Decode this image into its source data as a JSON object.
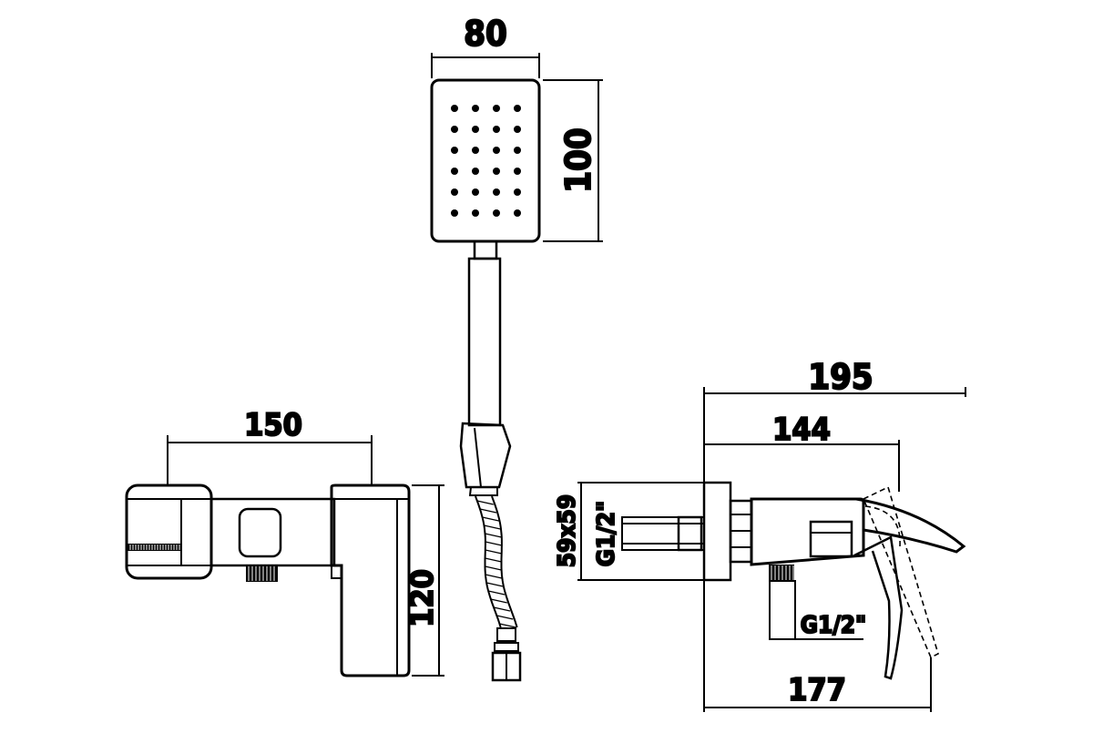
{
  "dimensions": {
    "head_width": "80",
    "head_height": "100",
    "front_width": "150",
    "front_height": "120",
    "side_total": "195",
    "side_inner": "144",
    "side_bottom": "177",
    "plate_size": "59x59",
    "thread_wall": "G1/2\"",
    "thread_outlet": "G1/2\""
  }
}
